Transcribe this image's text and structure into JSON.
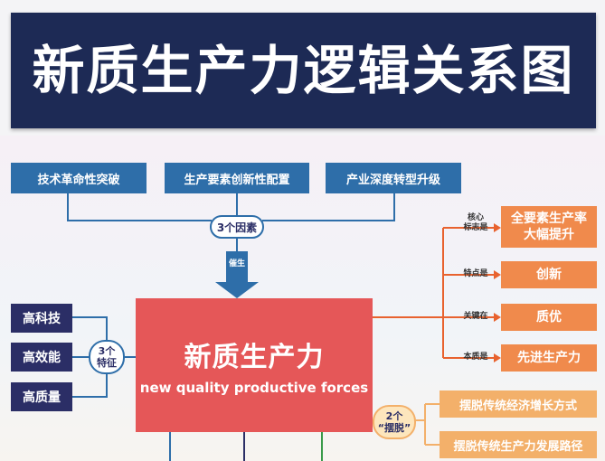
{
  "title": "新质生产力逻辑关系图",
  "factors": {
    "items": [
      "技术革命性突破",
      "生产要素创新性配置",
      "产业深度转型升级"
    ],
    "group_label": "3个因素",
    "arrow_label": "催生"
  },
  "center": {
    "title_cn": "新质生产力",
    "title_en": "new quality productive forces"
  },
  "features": {
    "items": [
      "高科技",
      "高效能",
      "高质量"
    ],
    "group_label": "3个\n特征"
  },
  "aspects": [
    {
      "label": "核心\n标志是",
      "value": "全要素生产率\n大幅提升"
    },
    {
      "label": "特点是",
      "value": "创新"
    },
    {
      "label": "关键在",
      "value": "质优"
    },
    {
      "label": "本质是",
      "value": "先进生产力"
    }
  ],
  "breakaways": {
    "group_label": "2个\n“摆脱”",
    "items": [
      "摆脱传统经济增长方式",
      "摆脱传统生产力发展路径"
    ]
  },
  "colors": {
    "navy": "#1d2a55",
    "blue": "#2e6ea9",
    "indigo": "#2b2e66",
    "red": "#e55758",
    "orange": "#f08a4c",
    "tan": "#f3b06a"
  }
}
